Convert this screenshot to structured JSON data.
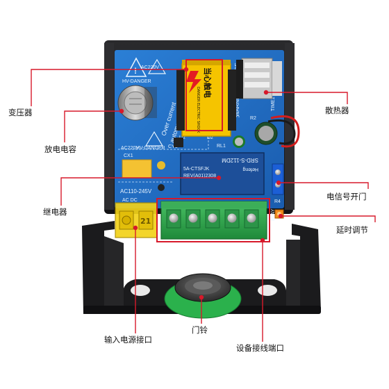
{
  "callouts": {
    "transformer": "变压器",
    "heatsink": "散热器",
    "capacitor": "放电电容",
    "relay": "继电器",
    "signal_input": "电信号开门",
    "delay": "延时调节",
    "power_input": "输入电源接口",
    "doorbell": "门铃",
    "device_terminal": "设备接线端口"
  },
  "board_text": {
    "warning_top": "当心触电",
    "warning_sub1": "DANGER ELECTRIC SHOCK",
    "ac220": "AC220V",
    "hv_danger": "HV-DANGER",
    "over_current": "Over current",
    "auto_protect": "automatic protecti",
    "hv_danger2": "HV-DANGER",
    "ac220v_bottom": "AC220V",
    "warning_voltage": "WARNING-VOLTAGE",
    "cy1": "CY1",
    "cx1": "CX1",
    "rl1": "RL1",
    "u2": "U2",
    "d2": "D2",
    "r2": "R2",
    "relay_brand": "Hefeng",
    "relay_model": "SRD-S-112DM",
    "relay_code": "5A-CTSFJK",
    "relay_rev": "REV(A01)2308",
    "ac_range": "AC110-245V",
    "ac_dc": "AC   DC",
    "terminal_left": "21",
    "relay_side": "ELAY",
    "r4": "R4",
    "time_tag": "TIME1"
  },
  "colors": {
    "pcb": "#1f6fc8",
    "case": "#1e1e20",
    "terminal_green": "#2fa64a",
    "yellow_terminal": "#f2d21a",
    "transformer_yellow": "#f5c400",
    "callout_line": "#d7192a",
    "signal_blue": "#1c5fd6",
    "doorbell_green": "#2bb14c"
  }
}
